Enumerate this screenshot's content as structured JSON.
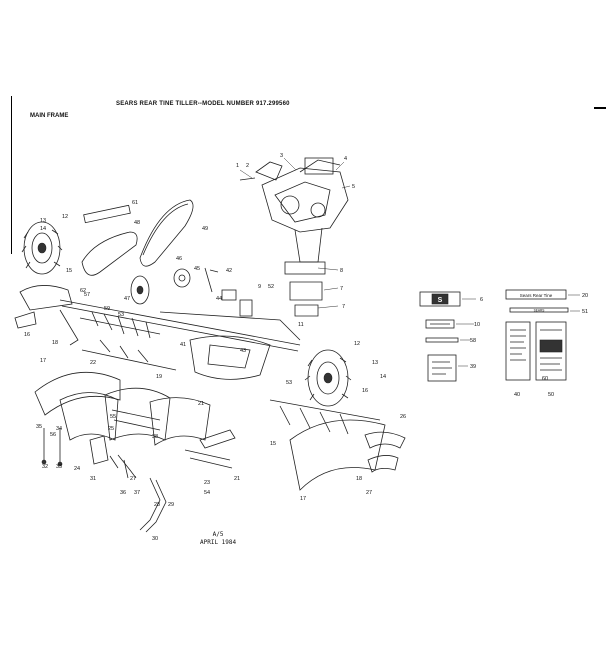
{
  "header": {
    "title": "SEARS REAR TINE TILLER--MODEL NUMBER 917.299560",
    "section": "MAIN FRAME"
  },
  "footer": {
    "page": "A/5",
    "date": "APRIL 1984"
  },
  "decal_texts": {
    "logo": "S",
    "badge_21": "Sears Rear Tine",
    "strip_51": "SEARS"
  },
  "callouts": [
    "1",
    "2",
    "3",
    "4",
    "5",
    "6",
    "7",
    "7",
    "8",
    "9",
    "10",
    "11",
    "12",
    "12",
    "13",
    "13",
    "14",
    "14",
    "15",
    "15",
    "16",
    "16",
    "17",
    "17",
    "18",
    "18",
    "19",
    "20",
    "21",
    "21",
    "22",
    "23",
    "24",
    "25",
    "26",
    "27",
    "27",
    "28",
    "29",
    "30",
    "31",
    "32",
    "33",
    "34",
    "35",
    "36",
    "37",
    "38",
    "39",
    "40",
    "41",
    "42",
    "43",
    "44",
    "45",
    "46",
    "47",
    "48",
    "49",
    "50",
    "51",
    "52",
    "53",
    "53",
    "54",
    "55",
    "56",
    "57",
    "58",
    "59",
    "60",
    "61",
    "62"
  ]
}
